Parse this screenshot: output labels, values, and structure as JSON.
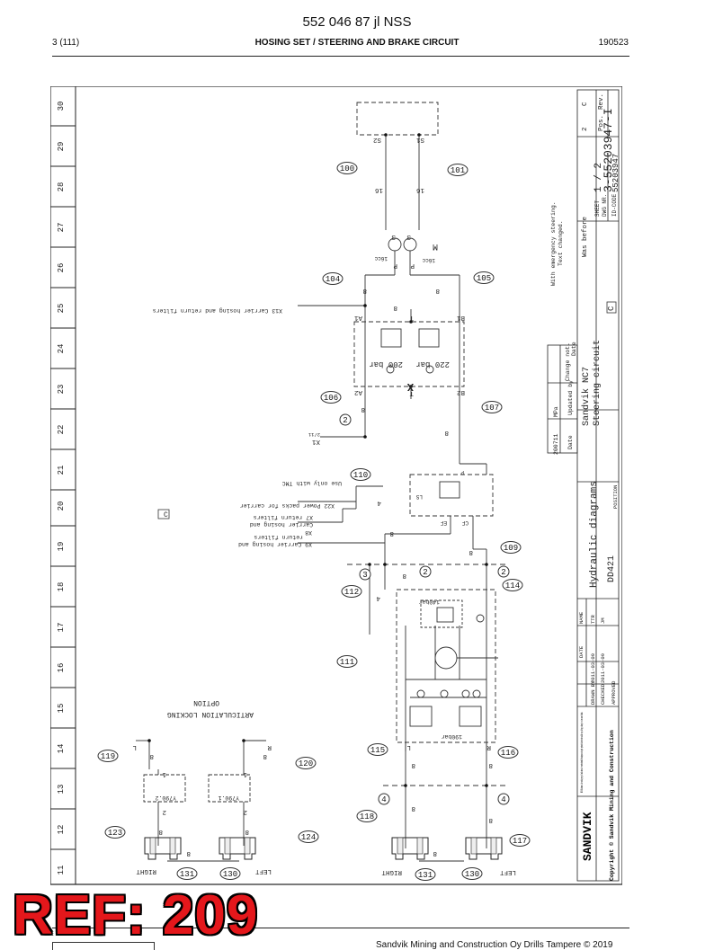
{
  "header": {
    "doc_title": "552 046 87 jl NSS",
    "page": "3 (111)",
    "section": "HOSING SET / STEERING AND BRAKE CIRCUIT",
    "date": "190523"
  },
  "footer": {
    "text": "Sandvik Mining and Construction Oy Drills Tampere © 2019"
  },
  "stamp": "REF: 209",
  "ruler_numbers": [
    "30",
    "29",
    "28",
    "27",
    "26",
    "25",
    "24",
    "23",
    "22",
    "21",
    "20",
    "19",
    "18",
    "17",
    "16",
    "15",
    "14",
    "13",
    "12",
    "11"
  ],
  "callouts": [
    "100",
    "101",
    "104",
    "105",
    "106",
    "107",
    "110",
    "109",
    "112",
    "114",
    "111",
    "115",
    "116",
    "118",
    "117",
    "119",
    "120",
    "123",
    "124",
    "131",
    "130",
    "131",
    "130"
  ],
  "small_circles": [
    "2",
    "3",
    "2",
    "2",
    "4",
    "4"
  ],
  "labels": {
    "s2": "S2",
    "s1": "S1",
    "p16_a": "16",
    "p16_b": "16",
    "motor_m": "M",
    "s_left": "S",
    "s_right": "S",
    "p_left": "P",
    "p_right": "P",
    "cc_left": "16cc",
    "cc_right": "16cc",
    "x13": "X13 Carrier hosing and return filters",
    "a1": "A1",
    "b1": "B1",
    "a2": "A2",
    "b2": "B2",
    "t_top": "T",
    "t_bottom": "T",
    "bar200": "200 bar",
    "bar220": "220 bar",
    "x_mark": "X",
    "x1": "X1",
    "x1_sub": "2/11",
    "use_only": "Use only with TMC",
    "x22": "X22 Power packs for carrier",
    "x7a": "X7 return filters",
    "x7b": "Carrier hosing and",
    "x8": "X8",
    "x9a": "X9 Carrier hosing and",
    "x9b": "return filters",
    "ls": "LS",
    "ef": "EF",
    "cf": "CF",
    "p_valve": "P",
    "bar140": "140bar",
    "bar190": "190bar",
    "l_left": "L",
    "r_right": "R",
    "y790_1": "Y790.1",
    "y790_2": "Y790.2",
    "art_line1": "ARTICULATION LOCKING",
    "art_line2": "OPTION",
    "right": "RIGHT",
    "left": "LEFT",
    "sec_c": "C",
    "sec_c2": "C",
    "n8": "8",
    "n4": "4",
    "n1": "1",
    "n2": "2"
  },
  "title_block": {
    "company": "SANDVIK",
    "copyright": "Copyright © Sandvik Mining and Construction",
    "notice": "NOTICE: This document is the exclusive property of Sandvik and must be returned on demand. The drawing must not be copied, reproduced, disclosed or made available to any third party without prior written consent of Sandvik.",
    "drawn_by_label": "DRAWN BY",
    "drawn_by_date": "2011-03-09",
    "drawn_by_name": "TTR",
    "checked_label": "CHECKED",
    "checked_date": "2011-03-09",
    "checked_name": "JM",
    "approved_label": "APPROVED",
    "date_label": "DATE",
    "name_label": "NAME",
    "drawing_title": "Hydraulic diagrams",
    "model": "DD421",
    "position_label": "POSITION",
    "subtitle1": "Sandvik NC7",
    "subtitle2": "Steering circuit",
    "sheet_label": "SHEET",
    "sheet": "1 / 2",
    "dwg_label": "DWG NR.",
    "dwg_nr": "3-55203947-I",
    "idcode_label": "ID-CODE",
    "idcode": "55203947",
    "was_before": "Was before",
    "pos_label": "Pos.",
    "rev_label": "Rev.",
    "rev_2": "2",
    "rev_c": "C",
    "rev_note1": "With emergency steering.",
    "rev_note2": "Text changed.",
    "date_col": "Date",
    "updated_by": "Updated by",
    "change_not": "Change not.",
    "date2": "Date",
    "rev_date": "200711",
    "rev_by": "MPa"
  }
}
